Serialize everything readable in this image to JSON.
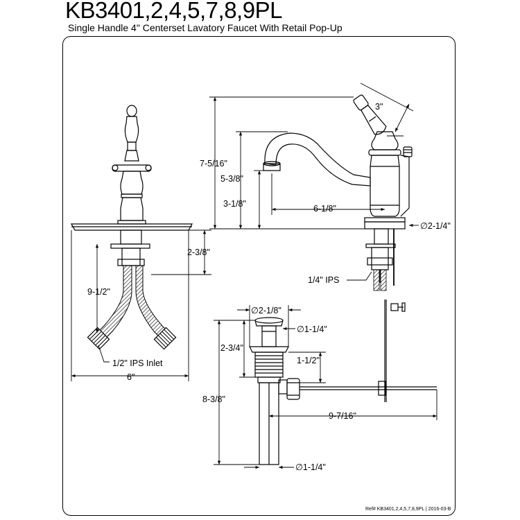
{
  "header": {
    "model": "KB3401,2,4,5,7,8,9PL",
    "description": "Single Handle 4\" Centerset Lavatory Faucet With Retail Pop-Up"
  },
  "dimensions": {
    "side_height_total": "7-5/16\"",
    "spout_height": "5-3/8\"",
    "outlet_height": "3-1/8\"",
    "spout_reach": "6-1/8\"",
    "handle_length": "3\"",
    "base_diameter": "∅2-1/4\"",
    "shank_thread": "1/4\" IPS",
    "shank_length": "2-3/8\"",
    "supply_length": "9-1/2\"",
    "inlet": "1/2\" IPS Inlet",
    "base_width": "6\"",
    "drain_flange_diameter": "∅2-1/8\"",
    "drain_stopper_diameter": "∅1-1/4\"",
    "drain_body_height": "2-3/4\"",
    "drain_thread_height": "1-1/2\"",
    "drain_total_height": "8-3/8\"",
    "lift_rod_length": "9-7/16\"",
    "tailpiece_diameter": "∅1-1/4\""
  },
  "footer": {
    "reference": "Ref# KB3401,2,4,5,7,8,9PL | 2016-03-B"
  }
}
